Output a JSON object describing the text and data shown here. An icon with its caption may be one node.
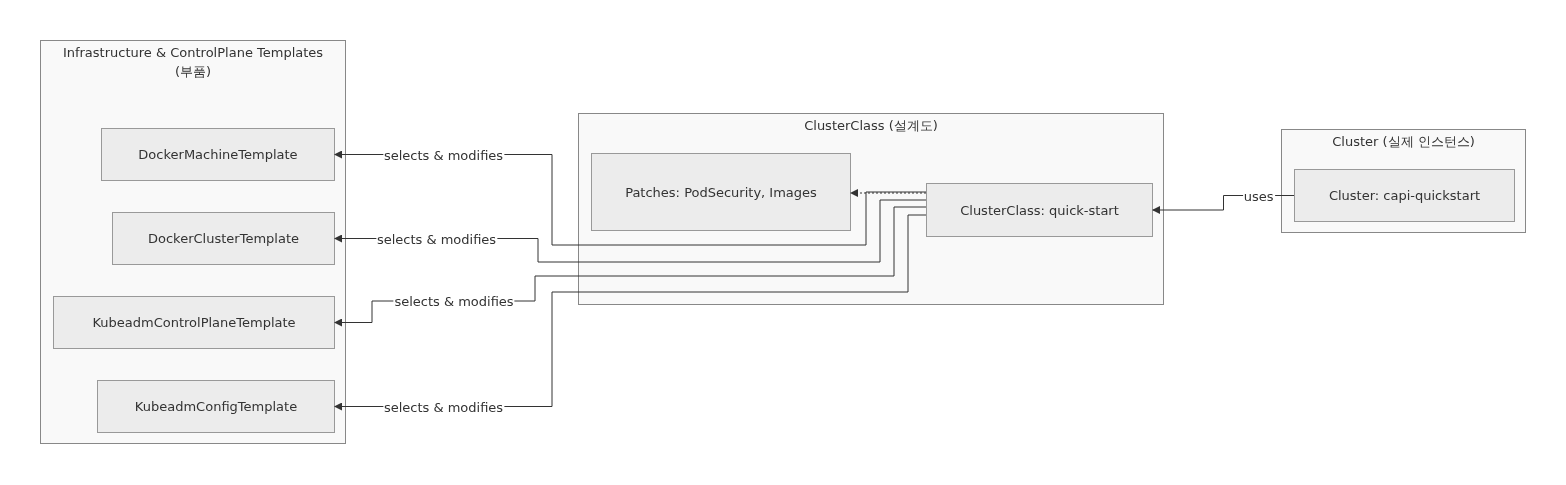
{
  "diagram": {
    "nodes": [
      {
        "text": [
          "Infrastructure & ControlPlane Templates (부품)"
        ]
      },
      {
        "text": [
          "DockerMachineTemplate"
        ],
        "in": 0
      },
      {
        "text": [
          "DockerClusterTemplate"
        ],
        "in": 0
      },
      {
        "text": [
          "KubeadmControlPlaneTemplate"
        ],
        "in": 0
      },
      {
        "text": [
          "KubeadmConfigTemplate"
        ],
        "in": 0
      },
      {
        "text": [
          "ClusterClass (설계도)"
        ]
      },
      {
        "text": [
          "Patches: PodSecurity, Images"
        ],
        "in": 5
      },
      {
        "text": [
          "ClusterClass: quick-start"
        ],
        "in": 5
      },
      {
        "text": [
          "Cluster (실제 인스턴스)"
        ]
      },
      {
        "text": [
          "Cluster: capi-quickstart"
        ],
        "in": 8
      }
    ],
    "edges": [
      {
        "from": 9,
        "to": 7,
        "arrow": "to",
        "label": "uses"
      },
      {
        "from": 7,
        "to": 6,
        "arrow": "to",
        "style": "dashed"
      },
      {
        "from": 7,
        "to": 1,
        "arrow": "to",
        "label": "selects & modifies"
      },
      {
        "from": 7,
        "to": 2,
        "arrow": "to",
        "label": "selects & modifies"
      },
      {
        "from": 7,
        "to": 3,
        "arrow": "to",
        "label": "selects & modifies"
      },
      {
        "from": 7,
        "to": 4,
        "arrow": "to",
        "label": "selects & modifies"
      }
    ]
  }
}
